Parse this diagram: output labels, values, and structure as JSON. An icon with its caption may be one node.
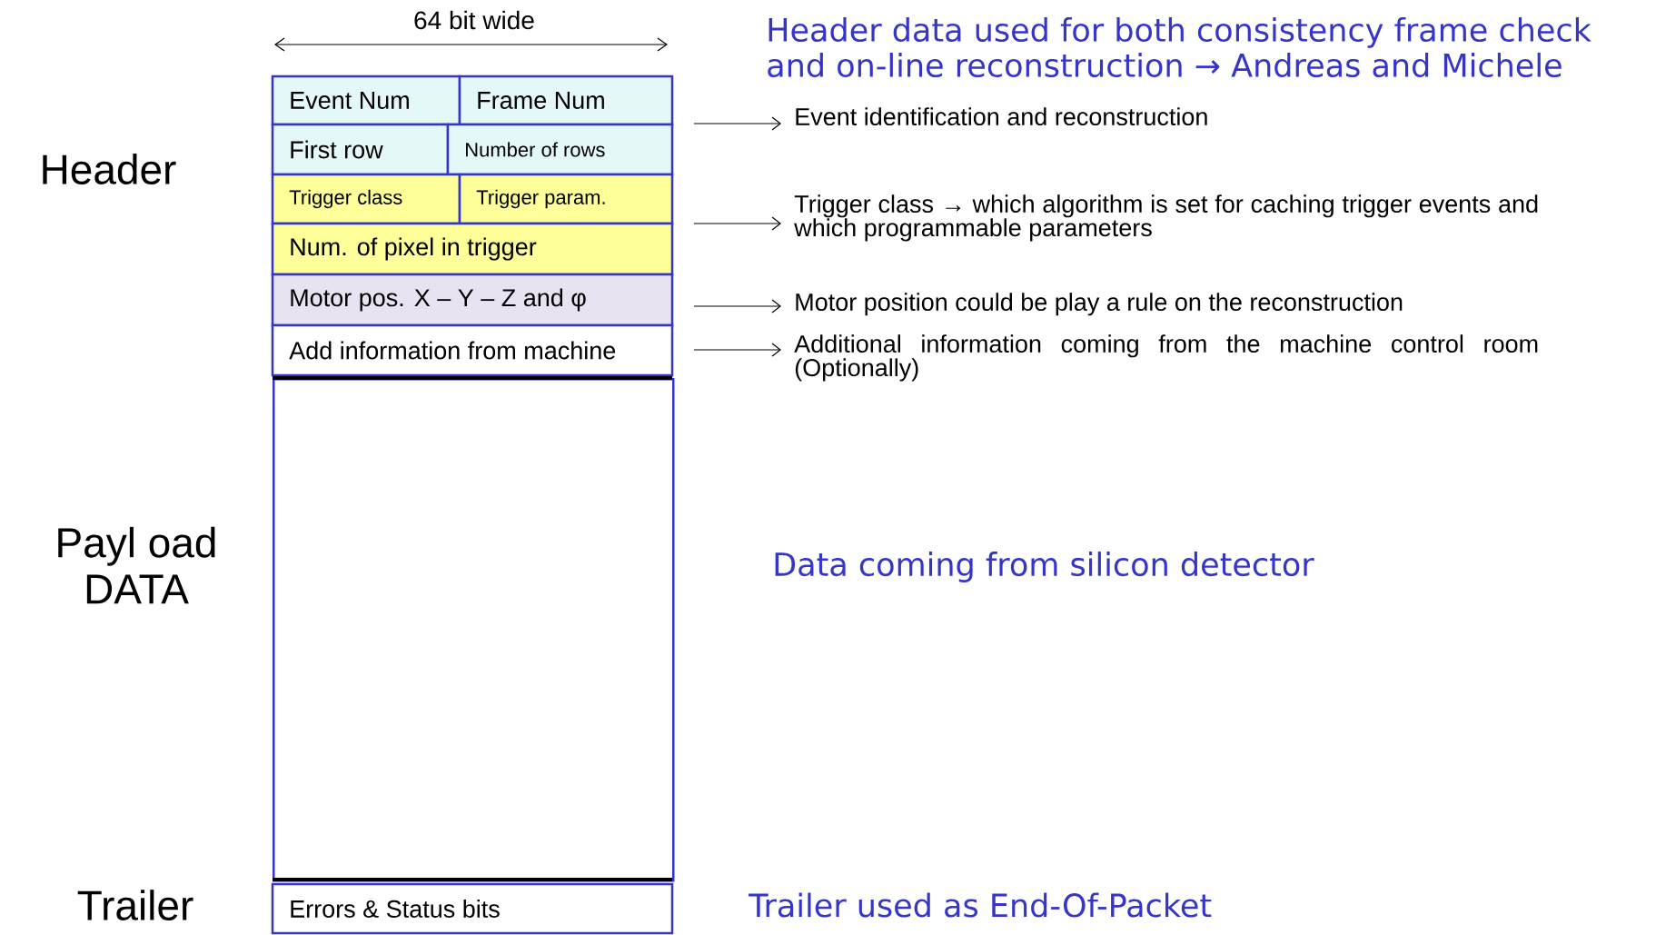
{
  "diagram": {
    "nodes": [
      {
        "text": [
          "Event Num"
        ]
      },
      {
        "text": [
          "Frame Num"
        ]
      },
      {
        "text": [
          "First row"
        ]
      },
      {
        "text": [
          "Number of rows"
        ]
      },
      {
        "text": [
          "Trigger class"
        ]
      },
      {
        "text": [
          "Trigger param."
        ]
      },
      {
        "text": [
          "Num. of pixel in trigger"
        ]
      },
      {
        "text": [
          "Motor pos. X – Y – Z and φ"
        ]
      },
      {
        "text": [
          "Add information from machine"
        ]
      },
      {
        "text": [],
        "shape": "box"
      },
      {
        "text": [
          "Errors & Status bits"
        ]
      },
      {
        "text": [
          "Event identification and reconstruction"
        ]
      },
      {
        "text": [
          "Trigger class → which algorithm is set for caching trigger events and which programmable parameters"
        ]
      },
      {
        "text": [
          "Motor position could be play a rule on the reconstruction"
        ]
      },
      {
        "text": [
          "Additional information coming from the machine control room (Optionally)"
        ]
      }
    ],
    "edges": [
      {
        "from": null,
        "to": 11,
        "arrow": "to"
      },
      {
        "from": null,
        "to": 12,
        "arrow": "to"
      },
      {
        "from": null,
        "to": 13,
        "arrow": "to"
      },
      {
        "from": null,
        "to": 14,
        "arrow": "to"
      }
    ],
    "labels": [
      "64 bit wide",
      "Header data used for both consistency frame check and on-line reconstruction → Andreas and Michele",
      "Header",
      "Payl oad DATA",
      "Data coming from silicon detector",
      "Trailer",
      "Trailer used as End-Of-Packet"
    ]
  }
}
